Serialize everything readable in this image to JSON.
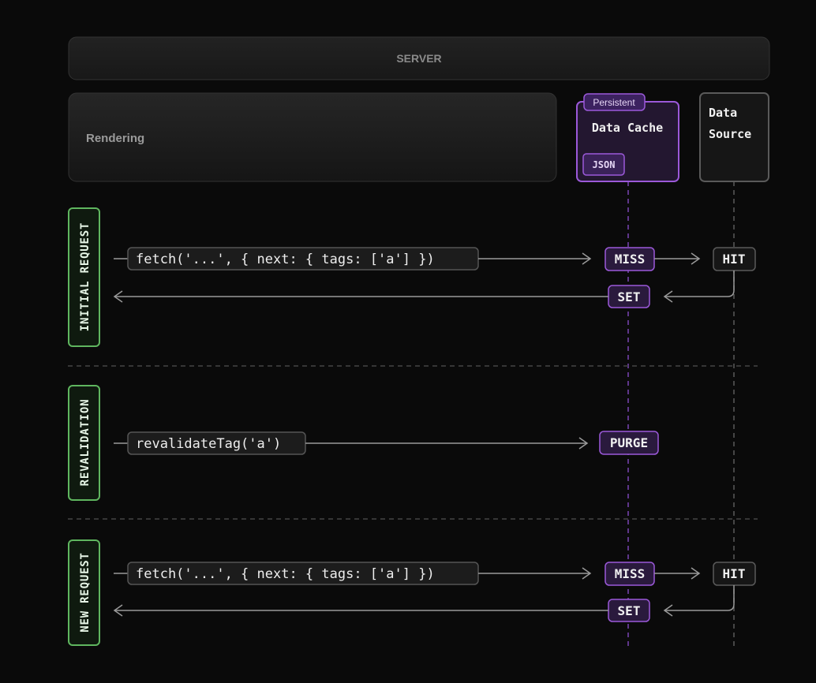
{
  "server": {
    "label": "SERVER"
  },
  "rendering": {
    "label": "Rendering"
  },
  "data_cache": {
    "badge": "Persistent",
    "title": "Data Cache",
    "format": "JSON"
  },
  "data_source": {
    "line1": "Data",
    "line2": "Source"
  },
  "phases": {
    "initial": {
      "label": "INITIAL REQUEST",
      "call": "fetch('...', { next: { tags: ['a'] })",
      "cache_result": "MISS",
      "source_result": "HIT",
      "set_label": "SET"
    },
    "revalidation": {
      "label": "REVALIDATION",
      "call": "revalidateTag('a')",
      "cache_result": "PURGE"
    },
    "new": {
      "label": "NEW REQUEST",
      "call": "fetch('...', { next: { tags: ['a'] })",
      "cache_result": "MISS",
      "source_result": "HIT",
      "set_label": "SET"
    }
  },
  "colors": {
    "background": "#0a0a0a",
    "box_border": "#3a3a3a",
    "purple": "#9b59d9",
    "purple_fill": "#2a1a3d",
    "green": "#5fb65f",
    "arrow": "#9a9a9a",
    "text": "#e8e8e8",
    "muted": "#9a9a9a"
  }
}
